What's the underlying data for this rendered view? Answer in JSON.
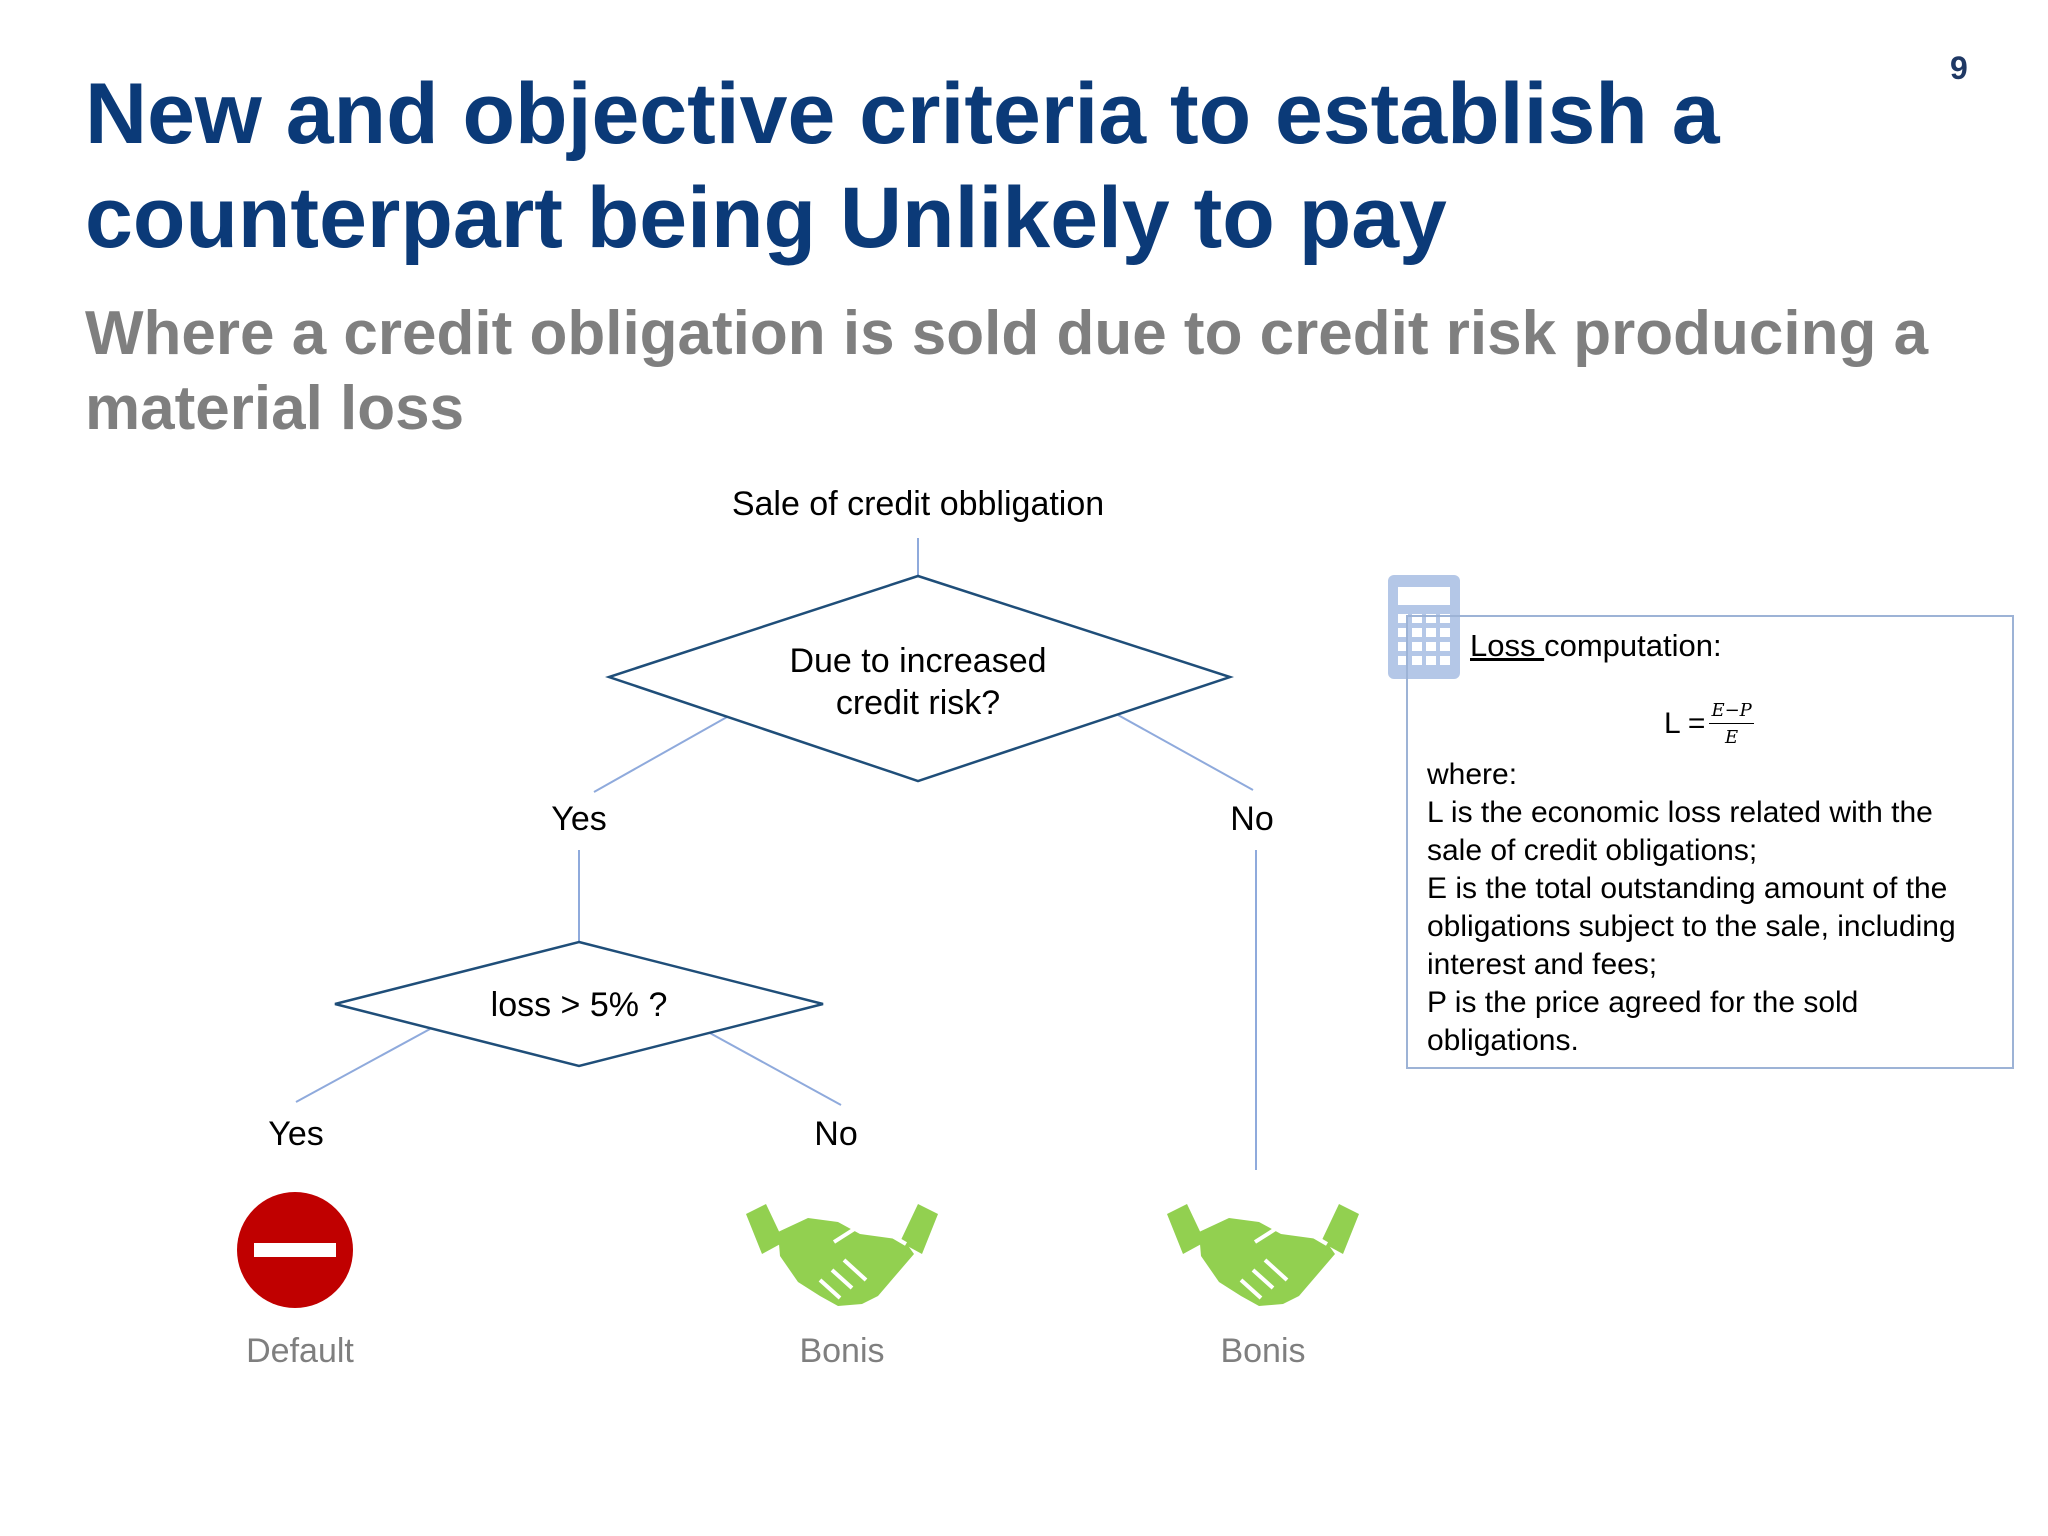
{
  "page_number": "9",
  "title": "New and objective criteria to establish a counterpart being Unlikely to pay",
  "subtitle": "Where a credit obligation is sold due to credit risk producing a material loss",
  "flowchart": {
    "start": "Sale of credit obbligation",
    "decision1": {
      "line1": "Due to increased",
      "line2": "credit risk?"
    },
    "branch1_yes": "Yes",
    "branch1_no": "No",
    "decision2": "loss > 5% ?",
    "branch2_yes": "Yes",
    "branch2_no": "No",
    "outcomes": [
      {
        "label": "Default",
        "icon": "no-entry-icon"
      },
      {
        "label": "Bonis",
        "icon": "handshake-icon"
      },
      {
        "label": "Bonis",
        "icon": "handshake-icon"
      }
    ]
  },
  "loss_box": {
    "icon": "calculator-icon",
    "heading_underlined": "Loss ",
    "heading_rest": "computation:",
    "formula_lhs": "L =",
    "formula_num": "E−P",
    "formula_den": "E",
    "lines": [
      "where:",
      "L is the economic loss related with the",
      "sale of credit obligations;",
      "E is the total outstanding amount of the",
      "obligations subject to the sale, including",
      "interest and fees;",
      "P is the price agreed for the sold",
      "obligations."
    ]
  },
  "colors": {
    "title": "#0b3a78",
    "subtitle": "#7f7f7f",
    "diamond_stroke": "#1f4e79",
    "connector": "#8faadc",
    "default_red": "#c00000",
    "handshake_green": "#92d050",
    "panel_border": "#9db3d6"
  }
}
